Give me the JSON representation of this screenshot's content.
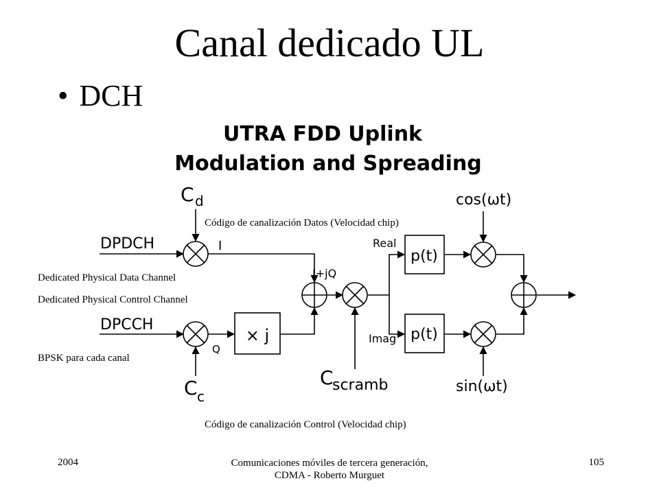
{
  "slide": {
    "title": "Canal dedicado UL",
    "bullet": "DCH"
  },
  "diagram": {
    "title_line1": "UTRA FDD Uplink",
    "title_line2": "Modulation and Spreading",
    "inputs": {
      "data": "DPDCH",
      "control": "DPCCH"
    },
    "codes": {
      "cd_main": "C",
      "cd_sub": "d",
      "cc_main": "C",
      "cc_sub": "c",
      "cs_main": "C",
      "cs_sub": "scramb"
    },
    "branches": {
      "i": "I",
      "q": "Q",
      "iq": "I+jQ",
      "real": "Real",
      "imag": "Imag"
    },
    "blocks": {
      "xj": "× j",
      "pulse_upper": "p(t)",
      "pulse_lower": "p(t)"
    },
    "carriers": {
      "cos": "cos(ωt)",
      "sin": "sin(ωt)"
    }
  },
  "annotations": {
    "data_code": "Código de canalización Datos (Velocidad chip)",
    "dpdch_name": "Dedicated Physical Data Channel",
    "dpcch_name": "Dedicated Physical Control Channel",
    "bpsk": "BPSK para cada canal",
    "control_code": "Código de canalización Control (Velocidad chip)"
  },
  "footer": {
    "year": "2004",
    "center": "Comunicaciones móviles de tercera generación, CDMA - Roberto Murguet",
    "page": "105"
  }
}
